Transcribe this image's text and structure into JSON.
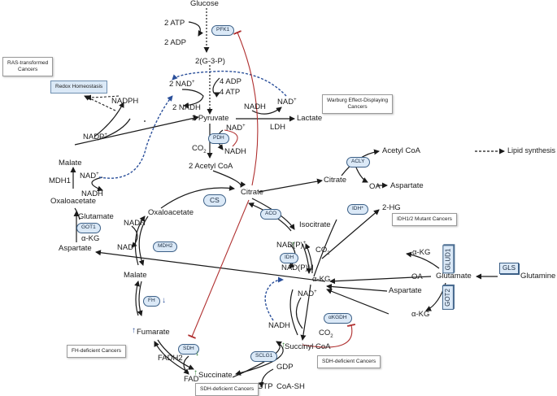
{
  "metabolites": {
    "glucose": "Glucose",
    "atp2": "2 ATP",
    "adp2": "2 ADP",
    "g3p": "2(G-3-P)",
    "nad2": "2 NAD",
    "adp4": "4 ADP",
    "atp4": "4 ATP",
    "nadh2": "2 NADH",
    "nadh_ldh": "NADH",
    "nad_ldh": "NAD",
    "pyruvate2": "2 Pyruvate",
    "lactate": "Lactate",
    "nadph_top": "NADPH",
    "nadp_plus": "NADP",
    "nad_pdh": "NAD",
    "co2_pdh": "CO",
    "nadh_pdh": "NADH",
    "acetylcoa2": "2 Acetyl CoA",
    "malate_left": "Malate",
    "mdh1": "MDH1",
    "nad_mdh1": "NAD",
    "nadh_mdh1": "NADH",
    "oaa_left": "Oxaloacetate",
    "glutamate_left": "Glutamate",
    "akg_left": "α-KG",
    "aspartate_left": "Aspartate",
    "acetylcoa": "Acetyl CoA",
    "lipid": "Lipid synthesis",
    "citrate_right": "Citrate",
    "oa": "OA",
    "aspartate_right": "Aspartate",
    "citrate": "Citrate",
    "oaa": "Oxaloacetate",
    "nadh_mdh2": "NADH",
    "nad_mdh2": "NAD",
    "isocitrate": "Isocitrate",
    "hg2": "2-HG",
    "nadp_idh": "NAD(P)",
    "co2_idh": "CO",
    "nadph_idh": "NAD(P)H",
    "akg": "α-KG",
    "akg_glud": "α-KG",
    "glutamate": "Glutamate",
    "glutamine": "Glutamine",
    "oa_right": "OA",
    "aspartate_mid": "Aspartate",
    "akg_bottom": "α-KG",
    "malate": "Malate",
    "fumarate": "Fumarate",
    "nad_kgdh": "NAD",
    "nadh_kgdh": "NADH",
    "co2_kgdh": "CO",
    "fadh2": "FADH2",
    "fad": "FAD",
    "succinylcoa": "Succinyl CoA",
    "succinate": "Succinate",
    "gdp": "GDP",
    "gtp": "GTP",
    "coash": "CoA-SH",
    "sup_plus": "+",
    "sub_two": "2"
  },
  "enzymes": {
    "pfk1": "PFK1",
    "ldh": "LDH",
    "pdh": "PDH",
    "acly": "ACLY",
    "cs": "CS",
    "aco": "ACO",
    "idh_star": "IDH*",
    "idh": "IDH",
    "mdh2": "MDH2",
    "got1": "GOT1",
    "glud1": "GLUD1",
    "gls": "GLS",
    "got2": "GOT2",
    "fh": "FH",
    "sdh": "SDH",
    "akgdh": "αKGDH",
    "sclg1": "SCLG1"
  },
  "callouts": {
    "ras": [
      "RAS-transformed",
      "Cancers"
    ],
    "redox": "Redox Homeostasis",
    "warburg": [
      "Warburg Effect-Displaying",
      "Cancers"
    ],
    "idh_mutant": "IDH1/2 Mutant Cancers",
    "fh_deficient": "FH-deficient Cancers",
    "sdh_deficient_mid": "SDH-deficient Cancers",
    "sdh_deficient_bottom": "SDH-deficient Cancers"
  },
  "colors": {
    "arrow": "#1a1a1a",
    "inhibition": "#b03030",
    "redox_flow": "#2a4f9a",
    "enzyme_fill": "#dbe9f7",
    "enzyme_border": "#3b5f86",
    "down_arrow": "#2a4f9a",
    "up_arrow": "#2e7d32"
  }
}
